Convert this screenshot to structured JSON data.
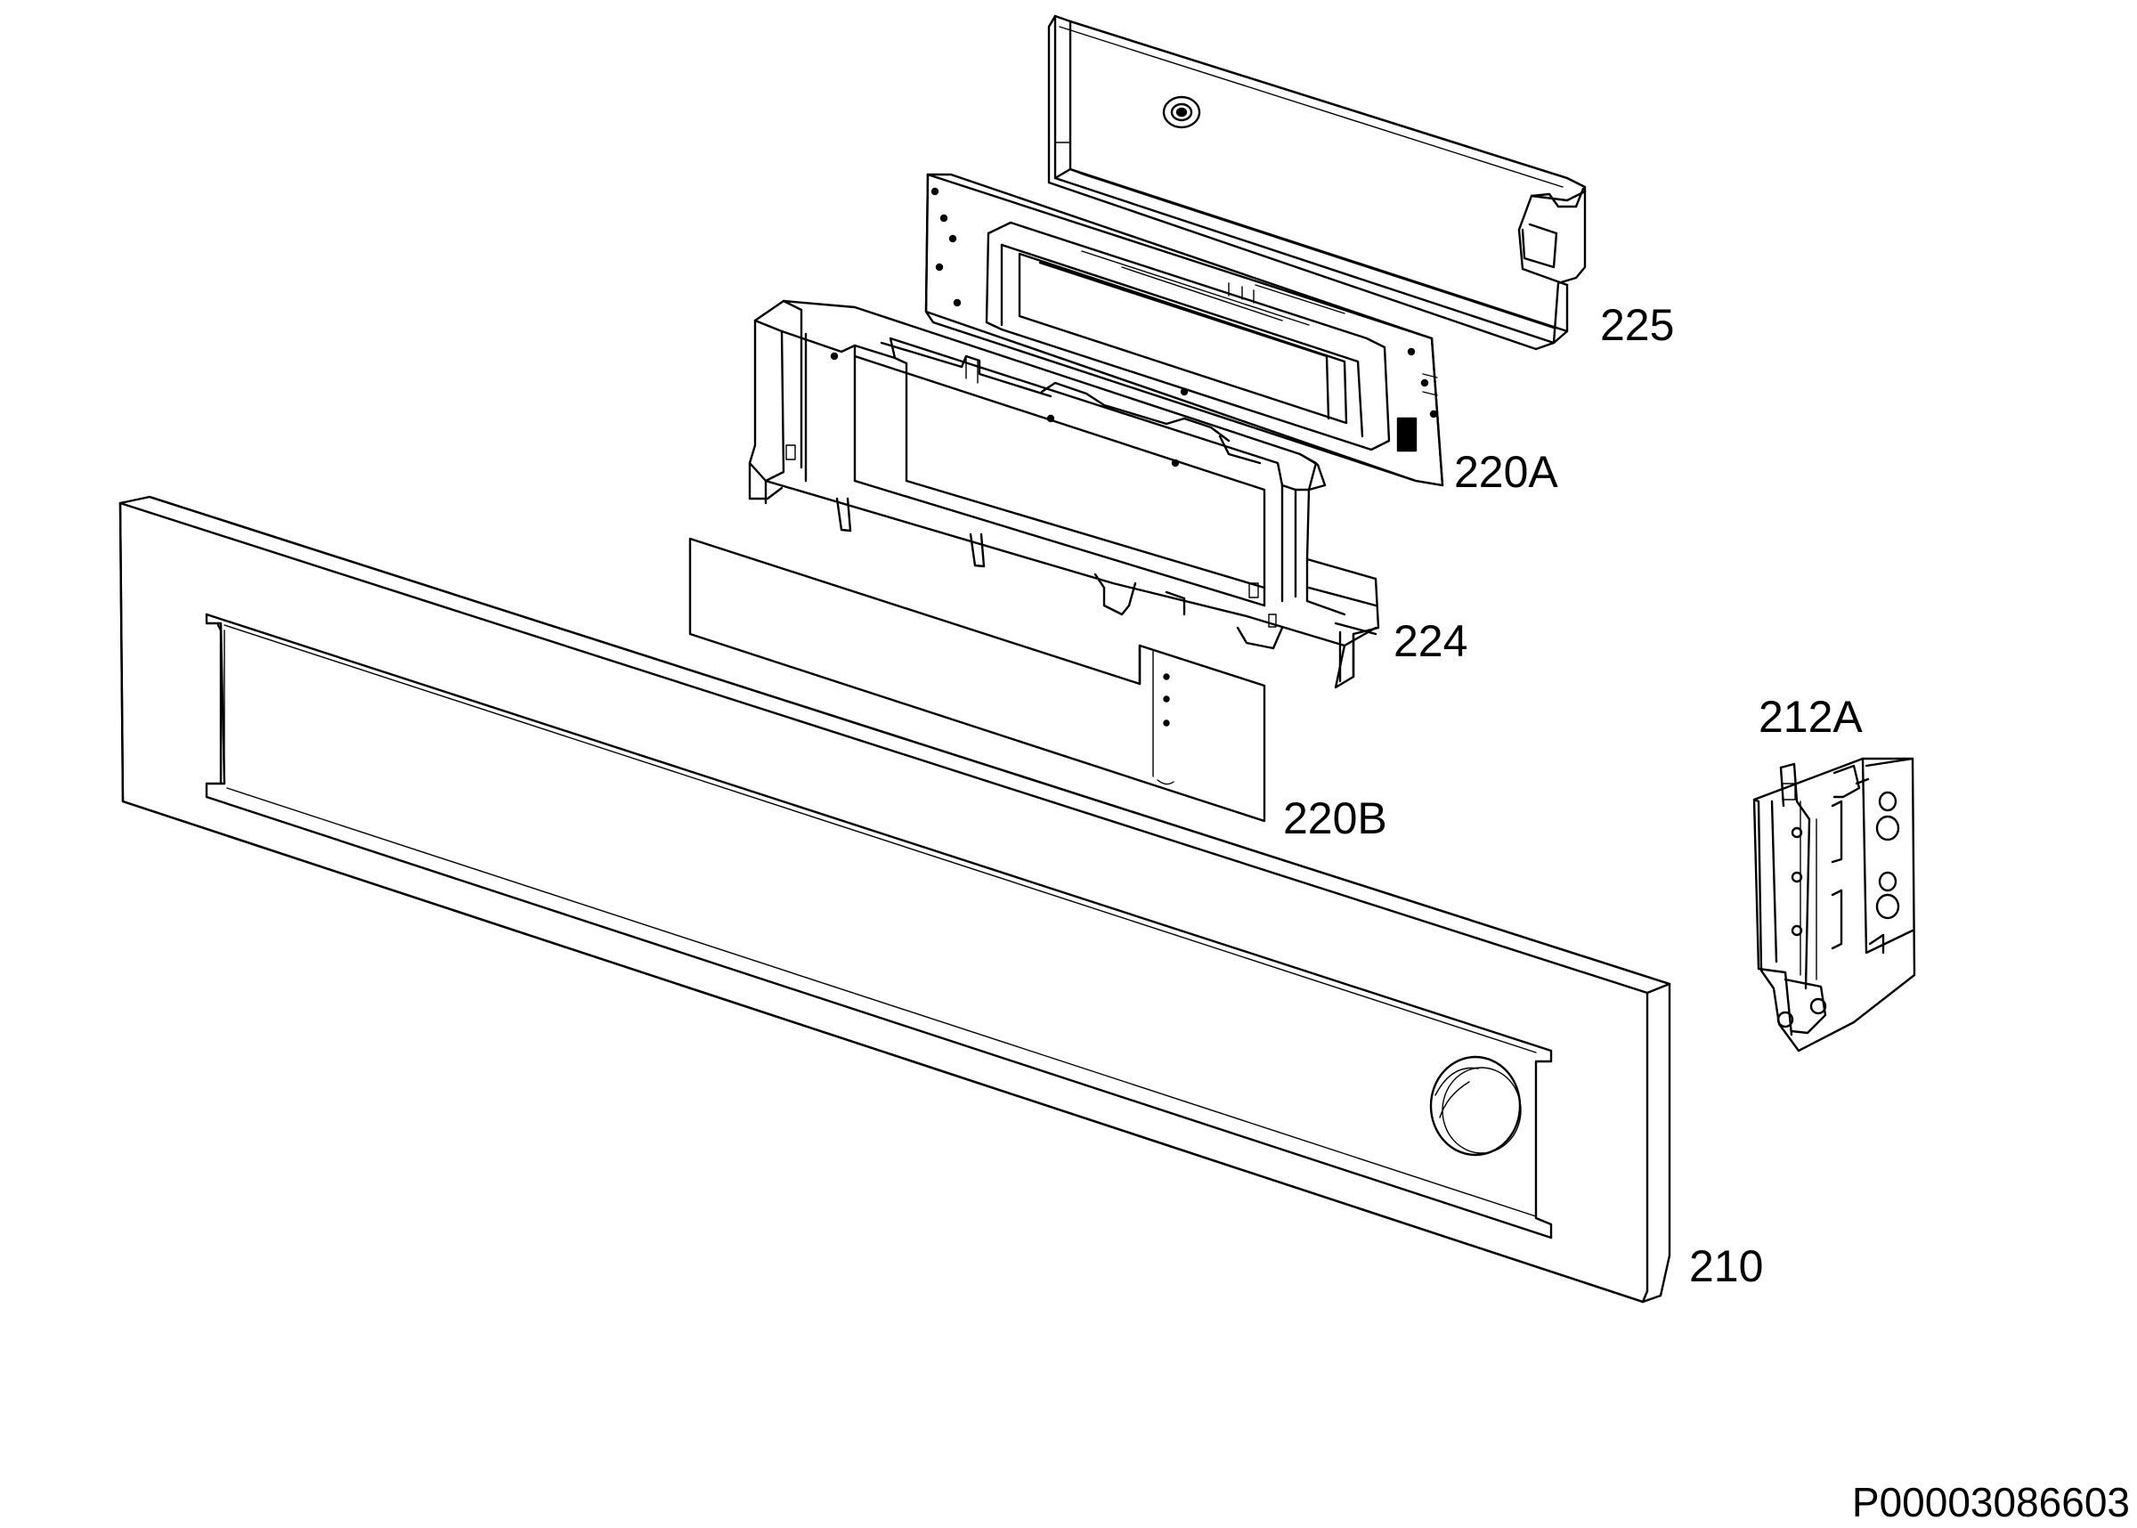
{
  "labels": {
    "part_225": "225",
    "part_220A": "220A",
    "part_224": "224",
    "part_220B": "220B",
    "part_212A": "212A",
    "part_210": "210"
  },
  "document_number": "P00003086603",
  "colors": {
    "line": "#000000",
    "background": "#ffffff"
  }
}
